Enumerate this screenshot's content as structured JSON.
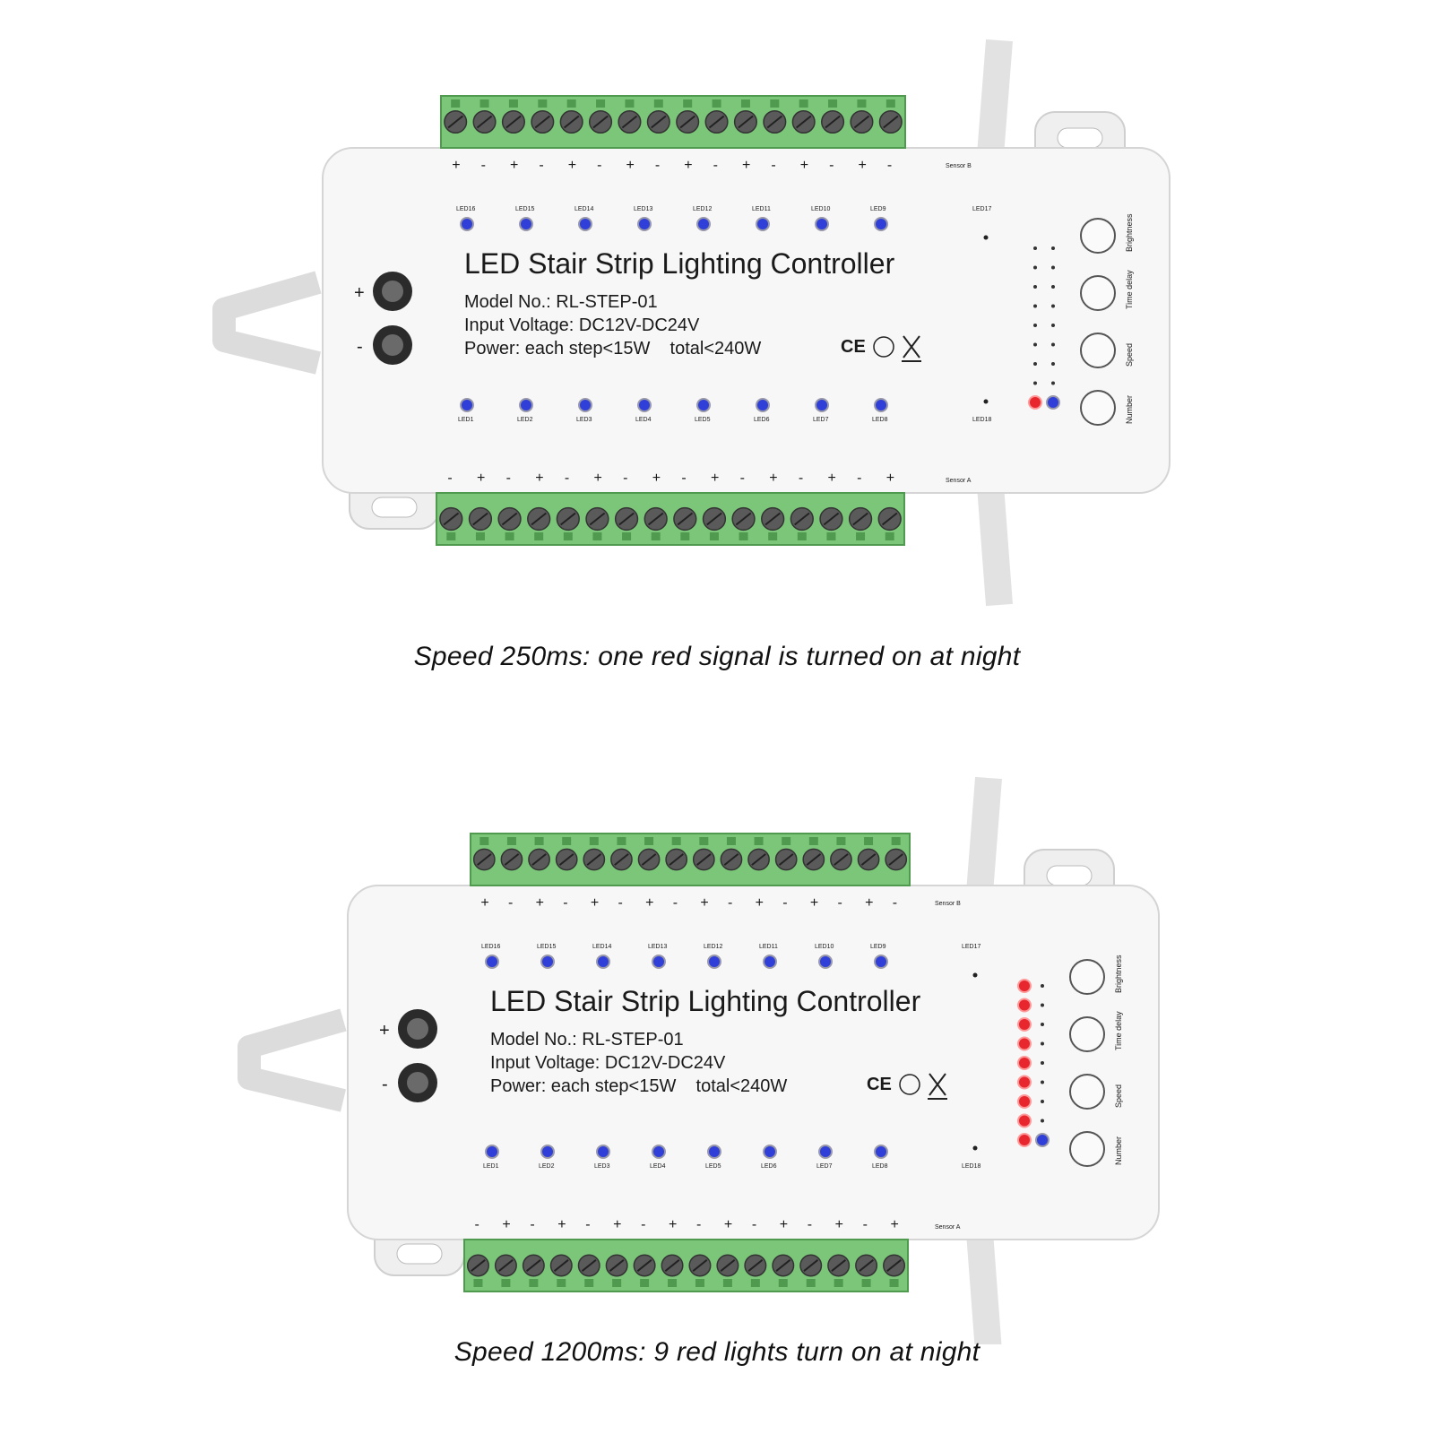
{
  "panels": [
    {
      "controller": {
        "title": "LED Stair Strip Lighting Controller",
        "model": "Model No.: RL-STEP-01",
        "voltage": "Input Voltage: DC12V-DC24V",
        "power": "Power: each step<15W    total<240W",
        "marks": "CE",
        "power_plus": "+",
        "power_minus": "-",
        "sensor_b": "Sensor B",
        "sensor_a": "Sensor A",
        "top_leds": [
          "LED16",
          "LED15",
          "LED14",
          "LED13",
          "LED12",
          "LED11",
          "LED10",
          "LED9"
        ],
        "bottom_leds": [
          "LED1",
          "LED2",
          "LED3",
          "LED4",
          "LED5",
          "LED6",
          "LED7",
          "LED8"
        ],
        "led17": "LED17",
        "led18": "LED18",
        "buttons": [
          "Brightness",
          "Time delay",
          "Speed",
          "Number"
        ],
        "top_polarity": [
          "+",
          "-",
          "+",
          "-",
          "+",
          "-",
          "+",
          "-",
          "+",
          "-",
          "+",
          "-",
          "+",
          "-",
          "+",
          "-"
        ],
        "bottom_polarity": [
          "-",
          "+",
          "-",
          "+",
          "-",
          "+",
          "-",
          "+",
          "-",
          "+",
          "-",
          "+",
          "-",
          "+",
          "-",
          "+"
        ],
        "red_lit": 1
      },
      "caption": "Speed 250ms: one red signal is turned on at night"
    },
    {
      "controller": {
        "title": "LED Stair Strip Lighting Controller",
        "model": "Model No.: RL-STEP-01",
        "voltage": "Input Voltage: DC12V-DC24V",
        "power": "Power: each step<15W    total<240W",
        "marks": "CE",
        "power_plus": "+",
        "power_minus": "-",
        "sensor_b": "Sensor B",
        "sensor_a": "Sensor A",
        "top_leds": [
          "LED16",
          "LED15",
          "LED14",
          "LED13",
          "LED12",
          "LED11",
          "LED10",
          "LED9"
        ],
        "bottom_leds": [
          "LED1",
          "LED2",
          "LED3",
          "LED4",
          "LED5",
          "LED6",
          "LED7",
          "LED8"
        ],
        "led17": "LED17",
        "led18": "LED18",
        "buttons": [
          "Brightness",
          "Time delay",
          "Speed",
          "Number"
        ],
        "top_polarity": [
          "+",
          "-",
          "+",
          "-",
          "+",
          "-",
          "+",
          "-",
          "+",
          "-",
          "+",
          "-",
          "+",
          "-",
          "+",
          "-"
        ],
        "bottom_polarity": [
          "-",
          "+",
          "-",
          "+",
          "-",
          "+",
          "-",
          "+",
          "-",
          "+",
          "-",
          "+",
          "-",
          "+",
          "-",
          "+"
        ],
        "red_lit": 9
      },
      "caption": "Speed 1200ms: 9 red lights turn on at night"
    }
  ],
  "colors": {
    "terminal_green": "#7cc67a",
    "terminal_dark": "#4f9a4e",
    "body_white": "#f7f7f7",
    "led_blue": "#2f3fd8",
    "led_red": "#e8262e",
    "screw_gray": "#5a5a5a",
    "text_dark": "#1a1a1a"
  }
}
